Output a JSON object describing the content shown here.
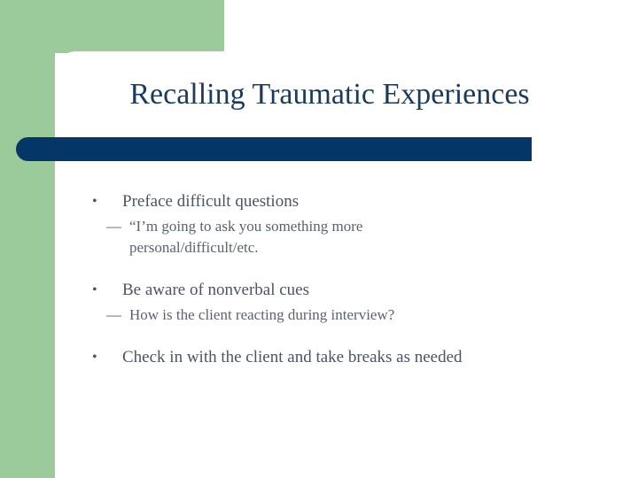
{
  "slide": {
    "title": "Recalling Traumatic Experiences",
    "colors": {
      "accent_green": "#9bcb9a",
      "accent_navy": "#043767",
      "title_text": "#1b3a5c",
      "body_text": "#4c5565",
      "panel_background": "#ffffff"
    },
    "bullet_glyph": "•",
    "subbullet_glyph": "—",
    "content": [
      {
        "text": "Preface difficult questions",
        "sub": [
          "“I’m going to ask you something more personal/difficult/etc."
        ]
      },
      {
        "text": "Be aware of nonverbal cues",
        "sub": [
          "How is the client reacting during interview?"
        ]
      },
      {
        "text": "Check in with the client and take breaks as needed",
        "sub": []
      }
    ]
  }
}
